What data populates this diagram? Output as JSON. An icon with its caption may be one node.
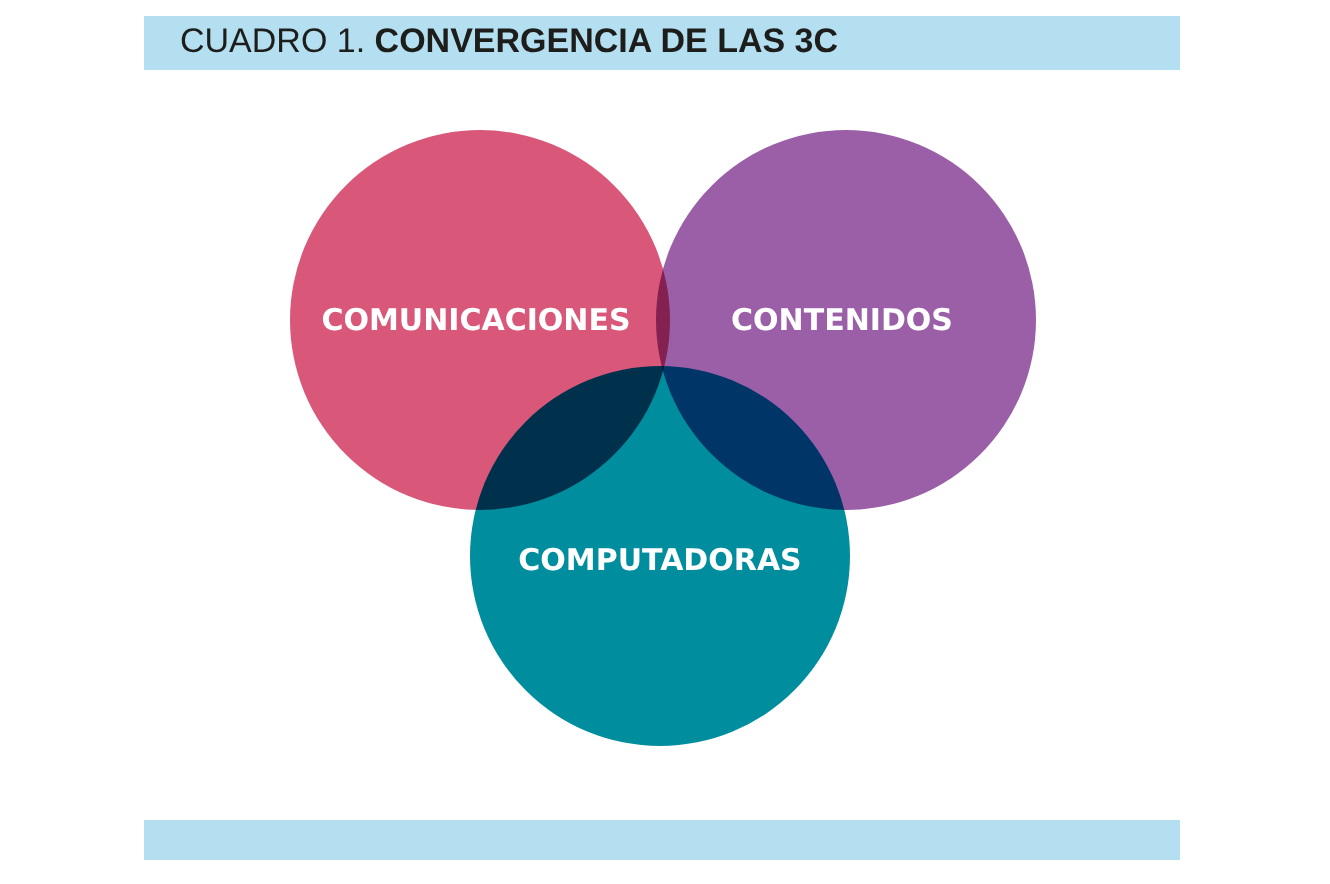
{
  "diagram": {
    "title": "CUADRO 1. **CONVERGENCIA DE LAS 3C**",
    "nodes": [
      {
        "text": [
          "COMUNICACIONES"
        ]
      },
      {
        "text": [
          "CONTENIDOS"
        ]
      },
      {
        "text": [
          "COMPUTADORAS"
        ]
      }
    ],
    "edges": []
  }
}
